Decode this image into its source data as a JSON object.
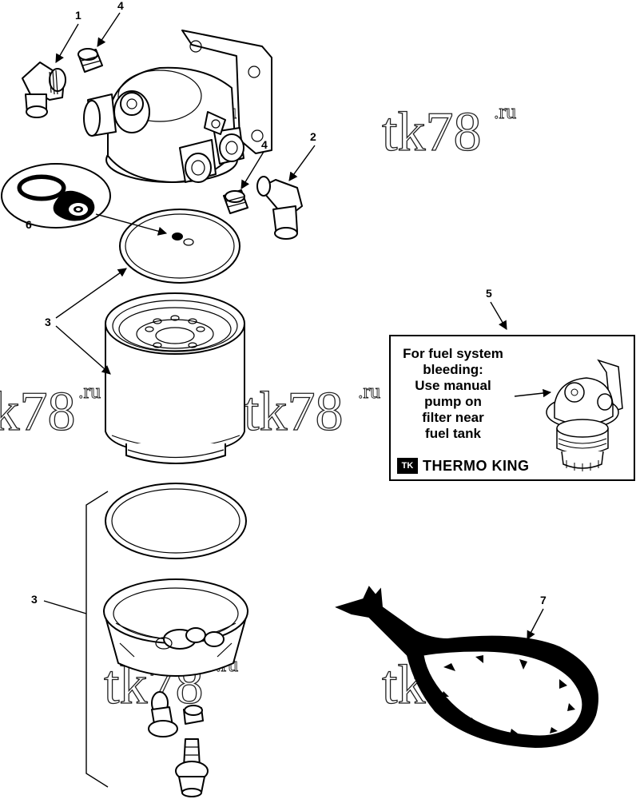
{
  "watermark": {
    "text": "tk78",
    "suffix": ".ru"
  },
  "callouts": [
    "1",
    "2",
    "3",
    "3",
    "4",
    "4",
    "5",
    "6",
    "7"
  ],
  "label": {
    "lines": [
      "For fuel system",
      "bleeding:",
      "Use manual",
      "pump on",
      "filter near",
      "fuel tank"
    ],
    "brand": "THERMO KING",
    "logo": "TK"
  },
  "colors": {
    "ink": "#000000",
    "paper": "#ffffff"
  }
}
